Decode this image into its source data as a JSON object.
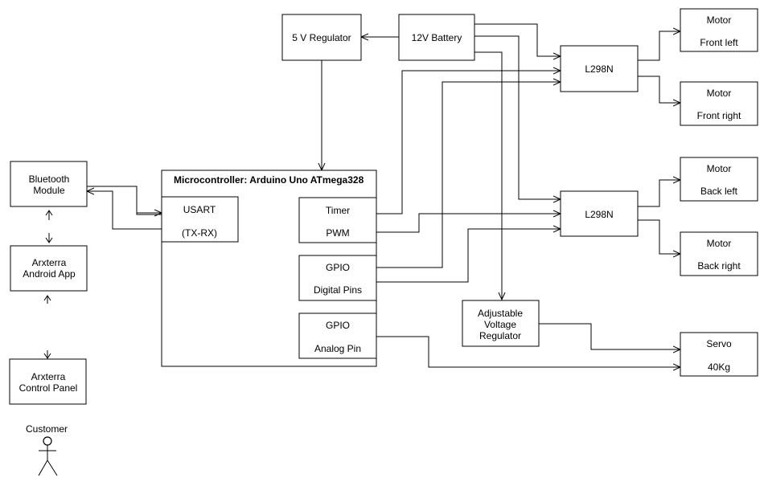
{
  "nodes": {
    "regulator_5v": "5 V Regulator",
    "battery": "12V Battery",
    "motor_fl": {
      "title": "Motor",
      "sub": "Front left"
    },
    "motor_fr": {
      "title": "Motor",
      "sub": "Front right"
    },
    "motor_bl": {
      "title": "Motor",
      "sub": "Back left"
    },
    "motor_br": {
      "title": "Motor",
      "sub": "Back right"
    },
    "driver_front": "L298N",
    "driver_back": "L298N",
    "bluetooth": {
      "line1": "Bluetooth",
      "line2": "Module"
    },
    "android_app": {
      "line1": "Arxterra",
      "line2": "Android App"
    },
    "control_panel": {
      "line1": "Arxterra",
      "line2": "Control Panel"
    },
    "customer": "Customer",
    "mcu": {
      "title": "Microcontroller: Arduino Uno ATmega328",
      "usart": {
        "line1": "USART",
        "line2": "(TX-RX)"
      },
      "timer": {
        "line1": "Timer",
        "line2": "PWM"
      },
      "gpio_digital": {
        "line1": "GPIO",
        "line2": "Digital Pins"
      },
      "gpio_analog": {
        "line1": "GPIO",
        "line2": "Analog Pin"
      }
    },
    "adj_regulator": {
      "line1": "Adjustable",
      "line2": "Voltage",
      "line3": "Regulator"
    },
    "servo": {
      "line1": "Servo",
      "line2": "40Kg"
    }
  }
}
